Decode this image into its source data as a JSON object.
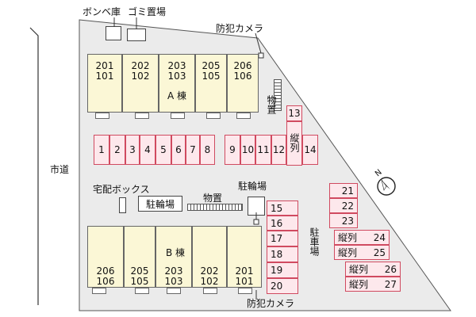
{
  "labels": {
    "bombe": "ボンベ庫",
    "gomi": "ゴミ置場",
    "camera_top": "防犯カメラ",
    "camera_bottom": "防犯カメラ",
    "shido": "市道",
    "takuhai": "宅配ボックス",
    "churinjo_box": "駐輪場",
    "churinjo_top": "駐輪場",
    "monooki_bottom": "物置",
    "monooki_vertical": "物置",
    "building_a": "A 棟",
    "building_b": "B 棟",
    "parking_vertical": "駐車場"
  },
  "building_a_units": [
    {
      "top": "201",
      "bottom": "101"
    },
    {
      "top": "202",
      "bottom": "102"
    },
    {
      "top": "203",
      "bottom": "103"
    },
    {
      "top": "205",
      "bottom": "105"
    },
    {
      "top": "206",
      "bottom": "106"
    }
  ],
  "building_b_units": [
    {
      "top": "206",
      "bottom": "106"
    },
    {
      "top": "205",
      "bottom": "105"
    },
    {
      "top": "203",
      "bottom": "103"
    },
    {
      "top": "202",
      "bottom": "102"
    },
    {
      "top": "201",
      "bottom": "101"
    }
  ],
  "parking_row_left": [
    "1",
    "2",
    "3",
    "4",
    "5",
    "6",
    "7",
    "8"
  ],
  "parking_row_right": [
    "9",
    "10",
    "11",
    "12"
  ],
  "parking_12_tate": "縦列",
  "parking_13": "13",
  "parking_14": "14",
  "parking_column_mid": [
    "15",
    "16",
    "17",
    "18",
    "19",
    "20"
  ],
  "parking_right_plain": [
    "21",
    "22",
    "23"
  ],
  "parking_right_tate": [
    {
      "tag": "縦列",
      "num": "24"
    },
    {
      "tag": "縦列",
      "num": "25"
    },
    {
      "tag": "縦列",
      "num": "26"
    },
    {
      "tag": "縦列",
      "num": "27"
    }
  ],
  "compass": "N",
  "colors": {
    "building_fill": "#fbf7d6",
    "parking_fill": "#fde8ec",
    "parking_border": "#d04a60",
    "site_fill": "#ebebeb"
  }
}
